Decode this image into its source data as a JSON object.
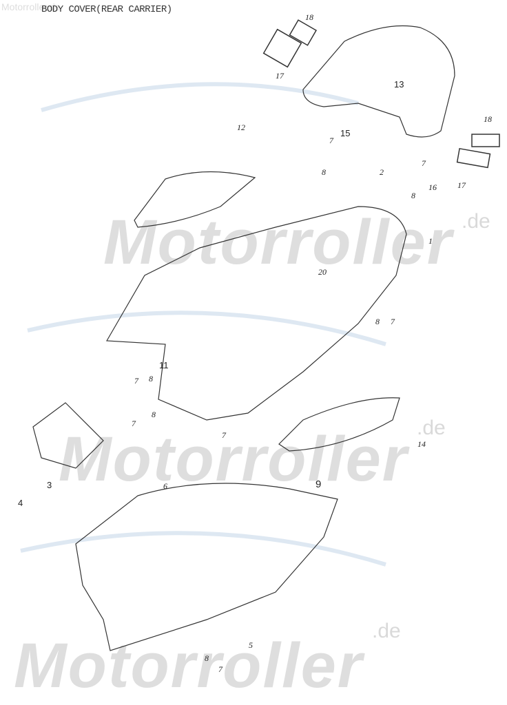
{
  "title": "BODY COVER(REAR CARRIER)",
  "watermark": {
    "small": "Motorroller.de",
    "brand": "Motorroller",
    "suffix": ".de"
  },
  "callouts": [
    "18",
    "17",
    "13",
    "15",
    "18",
    "17",
    "12",
    "7",
    "8",
    "2",
    "7",
    "8",
    "16",
    "1",
    "20",
    "8",
    "7",
    "11",
    "8",
    "7",
    "8",
    "7",
    "7",
    "3",
    "4",
    "14",
    "9",
    "6",
    "5",
    "8",
    "7"
  ]
}
